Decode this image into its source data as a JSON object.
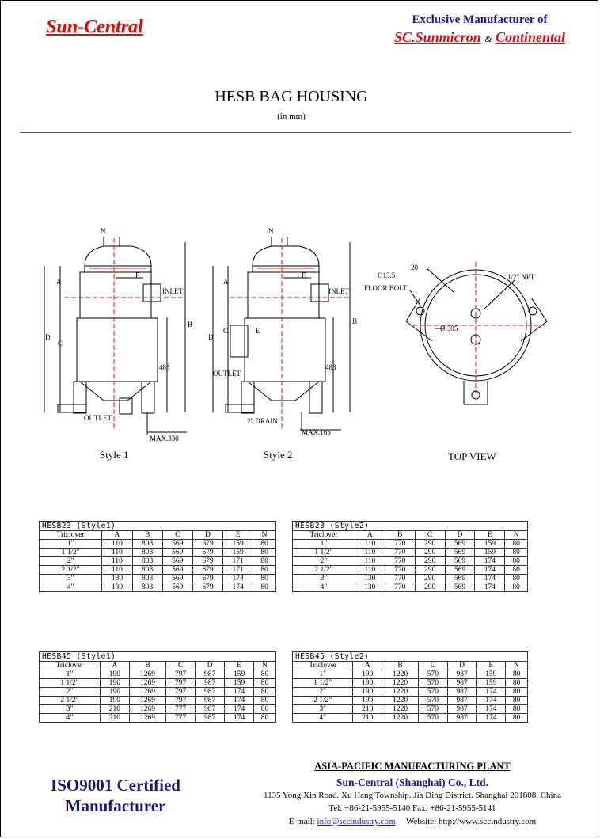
{
  "header": {
    "brand": "Sun-Central",
    "exclusive": "Exclusive Manufacturer of",
    "partner1": "SC.Sunmicron",
    "amp": "&",
    "partner2": "Continental"
  },
  "title": "HESB BAG HOUSING",
  "subtitle": "(in mm)",
  "drawing": {
    "style1": "Style 1",
    "style2": "Style 2",
    "topview": "TOP VIEW",
    "labels": {
      "N": "N",
      "A": "A",
      "B": "B",
      "C": "C",
      "D": "D",
      "E": "E",
      "inlet": "INLET",
      "outlet": "OUTLET",
      "drain": "2\" DRAIN",
      "h483": "483",
      "max330": "MAX.330",
      "max165": "MAX.165",
      "o135": "O13.5",
      "floorbolt": "FLOOR BOLT",
      "d20": "20",
      "npt": "1/2\" NPT",
      "d305": "Ø 305"
    }
  },
  "tables": [
    {
      "title": "HESB23 (Style1)",
      "headers": [
        "Triclover",
        "A",
        "B",
        "C",
        "D",
        "E",
        "N"
      ],
      "rows": [
        [
          "1\"",
          "110",
          "803",
          "569",
          "679",
          "159",
          "80"
        ],
        [
          "1 1/2\"",
          "110",
          "803",
          "569",
          "679",
          "159",
          "80"
        ],
        [
          "2\"",
          "110",
          "803",
          "569",
          "679",
          "171",
          "80"
        ],
        [
          "2 1/2\"",
          "110",
          "803",
          "569",
          "679",
          "171",
          "80"
        ],
        [
          "3\"",
          "130",
          "803",
          "569",
          "679",
          "174",
          "80"
        ],
        [
          "4\"",
          "130",
          "803",
          "569",
          "679",
          "174",
          "80"
        ]
      ]
    },
    {
      "title": "HESB23 (Style2)",
      "headers": [
        "Triclover",
        "A",
        "B",
        "C",
        "D",
        "E",
        "N"
      ],
      "rows": [
        [
          "1\"",
          "110",
          "770",
          "290",
          "569",
          "159",
          "80"
        ],
        [
          "1 1/2\"",
          "110",
          "770",
          "290",
          "569",
          "159",
          "80"
        ],
        [
          "2\"",
          "110",
          "770",
          "290",
          "569",
          "174",
          "80"
        ],
        [
          "2 1/2\"",
          "110",
          "770",
          "290",
          "569",
          "174",
          "80"
        ],
        [
          "3\"",
          "130",
          "770",
          "290",
          "569",
          "174",
          "80"
        ],
        [
          "4\"",
          "130",
          "770",
          "290",
          "569",
          "174",
          "80"
        ]
      ]
    },
    {
      "title": "HESB45 (Style1)",
      "headers": [
        "Triclover",
        "A",
        "B",
        "C",
        "D",
        "E",
        "N"
      ],
      "rows": [
        [
          "1\"",
          "190",
          "1269",
          "797",
          "987",
          "159",
          "80"
        ],
        [
          "1 1/2\"",
          "190",
          "1269",
          "797",
          "987",
          "159",
          "80"
        ],
        [
          "2\"",
          "190",
          "1269",
          "797",
          "987",
          "174",
          "80"
        ],
        [
          "2 1/2\"",
          "190",
          "1269",
          "797",
          "987",
          "174",
          "80"
        ],
        [
          "3\"",
          "210",
          "1269",
          "777",
          "987",
          "174",
          "80"
        ],
        [
          "4\"",
          "210",
          "1269",
          "777",
          "987",
          "174",
          "80"
        ]
      ]
    },
    {
      "title": "HESB45 (Style2)",
      "headers": [
        "Triclover",
        "A",
        "B",
        "C",
        "D",
        "E",
        "N"
      ],
      "rows": [
        [
          "1\"",
          "190",
          "1220",
          "570",
          "987",
          "159",
          "80"
        ],
        [
          "1 1/2\"",
          "190",
          "1220",
          "570",
          "987",
          "159",
          "80"
        ],
        [
          "2\"",
          "190",
          "1220",
          "570",
          "987",
          "174",
          "80"
        ],
        [
          "2 1/2\"",
          "190",
          "1220",
          "570",
          "987",
          "174",
          "80"
        ],
        [
          "3\"",
          "210",
          "1220",
          "570",
          "987",
          "174",
          "80"
        ],
        [
          "4\"",
          "210",
          "1220",
          "570",
          "987",
          "174",
          "80"
        ]
      ]
    }
  ],
  "footer": {
    "iso_line1": "ISO9001 Certified",
    "iso_line2": "Manufacturer",
    "plant": "ASIA-PACIFIC MANUFACTURING PLANT",
    "company": "Sun-Central (Shanghai) Co., Ltd.",
    "address": "1135 Yong Xin Road. Xu Hang Township. Jia Ding District. Shanghai 201808. China",
    "tel": "Tel: +86-21-5955-5140    Fax: +86-21-5955-5141",
    "email_label": "E-mail:",
    "email": "info@sccindustry.com",
    "website_label": "Website:",
    "website": "http://www.sccindustry.com"
  },
  "colors": {
    "brand_red": "#d01010",
    "navy": "#1a1a8c",
    "centerline": "#d01010"
  }
}
